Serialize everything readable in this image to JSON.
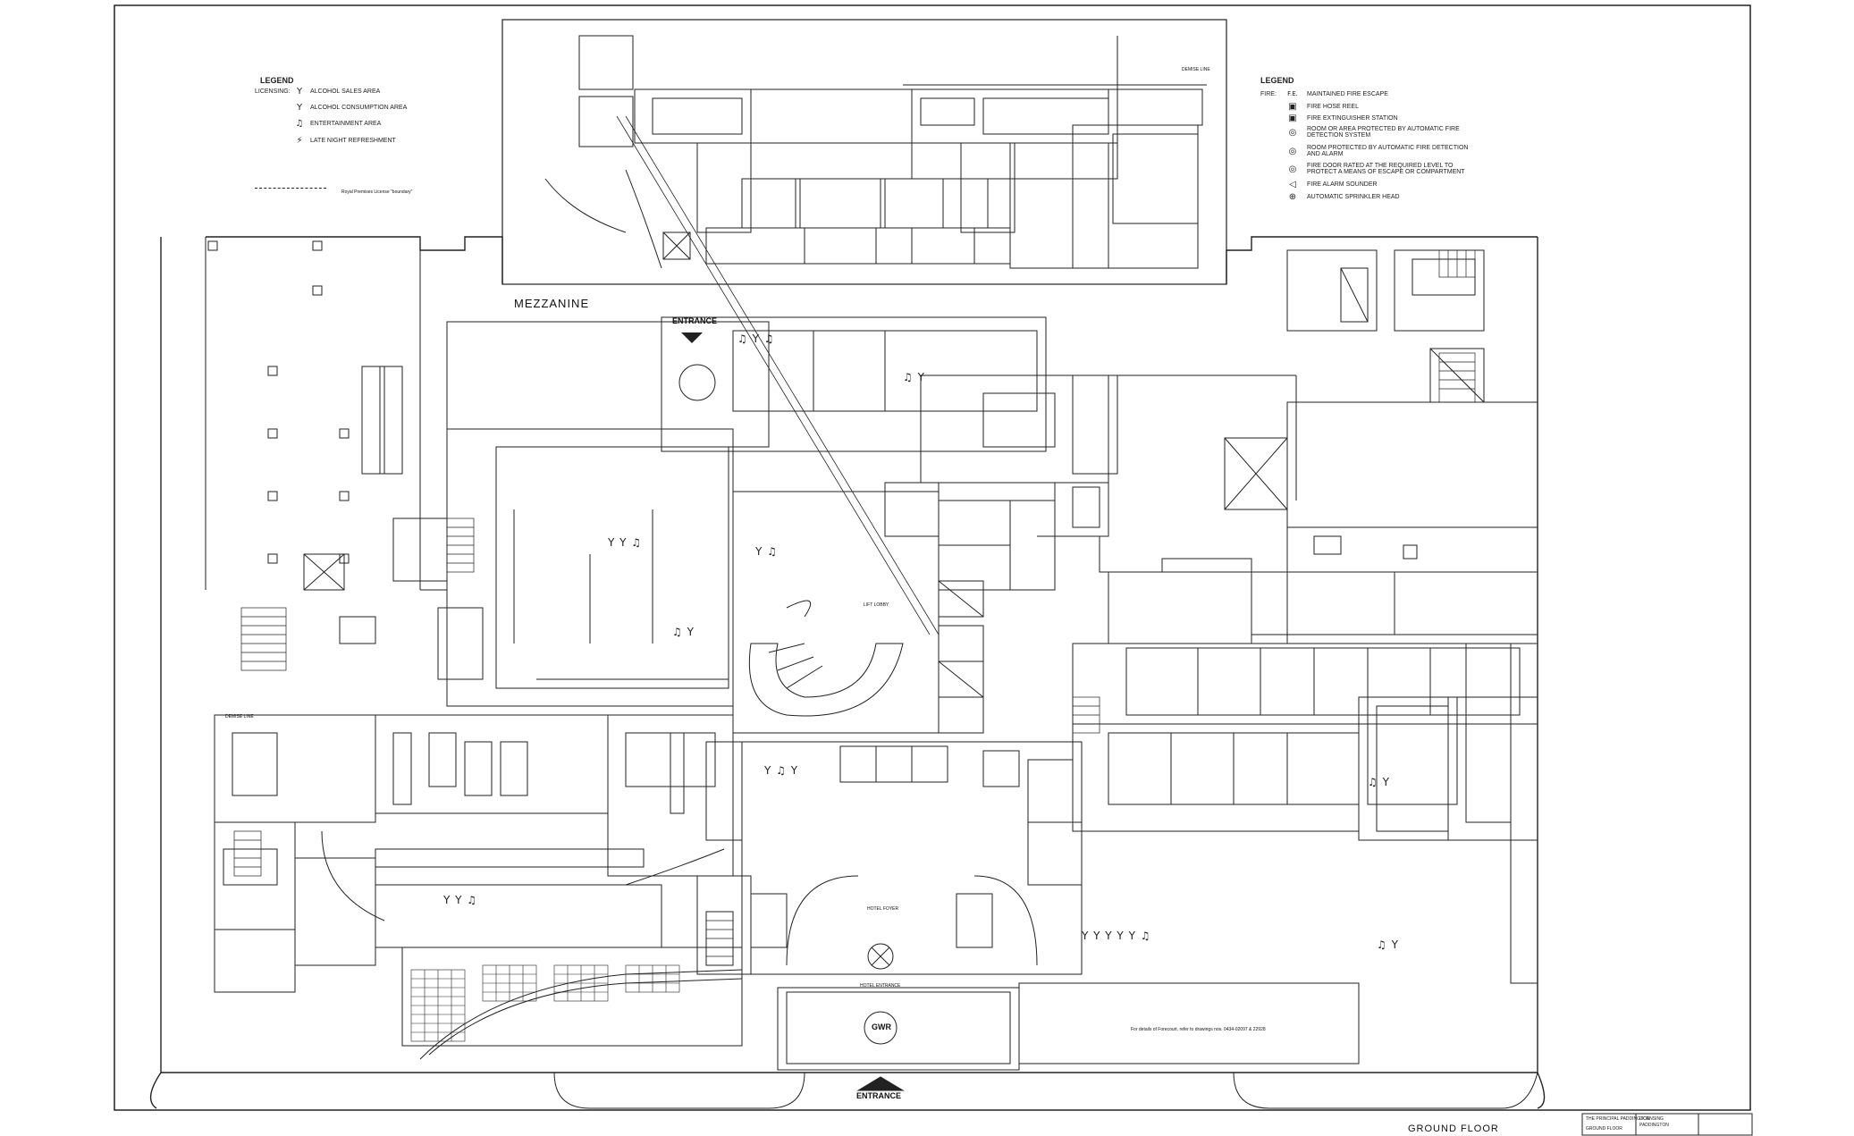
{
  "mezzanine_label": "MEZZANINE",
  "entrance_top": "ENTRANCE",
  "entrance_bottom": "ENTRANCE",
  "hotel_entrance": "HOTEL ENTRANCE",
  "hotel_foyer": "HOTEL FOYER",
  "lift_lobby": "LIFT LOBBY",
  "title_block_heading": "GROUND FLOOR",
  "demise_line_top": "DEMISE LINE",
  "demise_line_left": "DEMISE LINE",
  "gwr_logo": "GWR",
  "forecourt_note": "For details of Forecourt, refer to drawings nos. 0434-02097 & 22928",
  "legend_left": {
    "title": "LEGEND",
    "prefix": "LICENSING:",
    "items": [
      {
        "icon": "alcohol-sales-icon",
        "symbol": "Y",
        "label": "ALCOHOL SALES AREA"
      },
      {
        "icon": "alcohol-consumption-icon",
        "symbol": "Y",
        "label": "ALCOHOL CONSUMPTION AREA"
      },
      {
        "icon": "entertainment-icon",
        "symbol": "♫",
        "label": "ENTERTAINMENT AREA"
      },
      {
        "icon": "late-night-refreshment-icon",
        "symbol": "⚡",
        "label": "LATE NIGHT REFRESHMENT"
      }
    ],
    "boundary_note": "Royal Premises License \"boundary\""
  },
  "legend_right": {
    "title": "LEGEND",
    "prefix": "FIRE:",
    "items": [
      {
        "icon": "fire-escape-icon",
        "symbol": "F.E.",
        "label": "MAINTAINED FIRE ESCAPE"
      },
      {
        "icon": "fire-hose-reel-icon",
        "symbol": "▣",
        "label": "FIRE HOSE REEL"
      },
      {
        "icon": "fire-extinguisher-icon",
        "symbol": "▣",
        "label": "FIRE EXTINGUISHER STATION"
      },
      {
        "icon": "fire-detection-icon",
        "symbol": "◎",
        "label": "ROOM OR AREA PROTECTED BY AUTOMATIC FIRE DETECTION SYSTEM"
      },
      {
        "icon": "fire-alarm-protected-icon",
        "symbol": "◎",
        "label": "ROOM PROTECTED BY AUTOMATIC FIRE DETECTION AND ALARM"
      },
      {
        "icon": "fire-door-icon",
        "symbol": "◎",
        "label": "FIRE DOOR RATED AT THE REQUIRED LEVEL TO PROTECT A MEANS OF ESCAPE OR COMPARTMENT"
      },
      {
        "icon": "fire-alarm-sounder-icon",
        "symbol": "◁",
        "label": "FIRE ALARM SOUNDER"
      },
      {
        "icon": "sprinkler-head-icon",
        "symbol": "⊕",
        "label": "AUTOMATIC SPRINKLER HEAD"
      }
    ]
  },
  "title_block": {
    "line1": "THE PRINCIPAL PADDINGTON",
    "line2": "LICENSING",
    "line3": "PADDINGTON",
    "line4": "GROUND FLOOR"
  }
}
